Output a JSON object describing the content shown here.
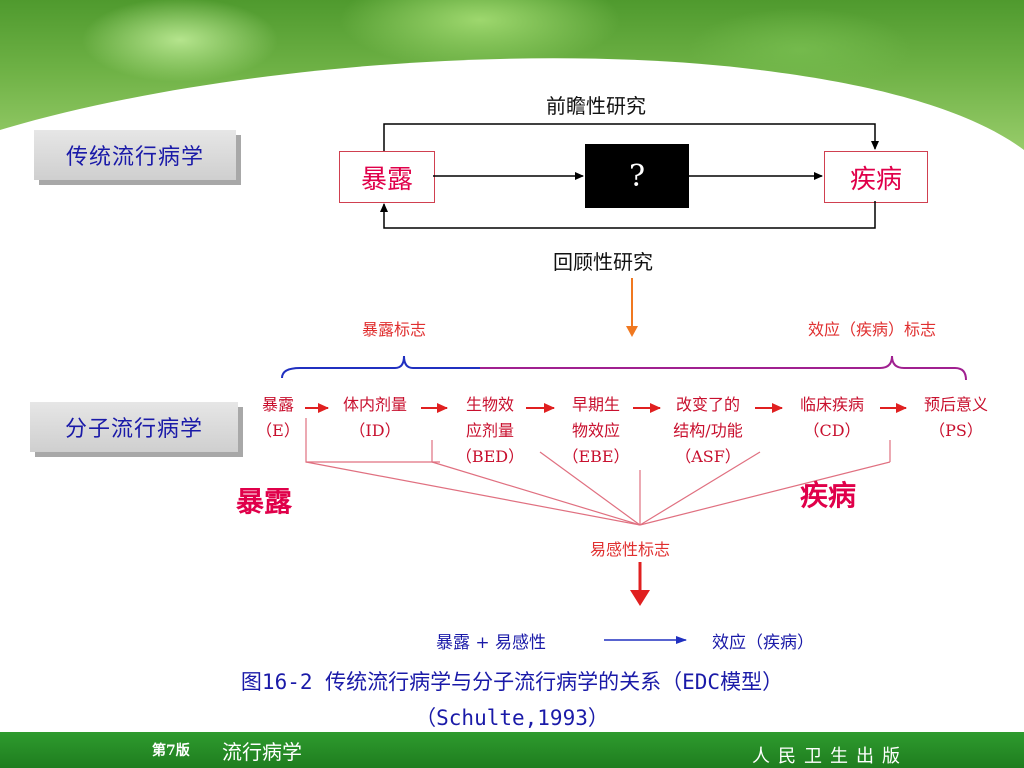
{
  "labels": {
    "traditional": "传统流行病学",
    "molecular": "分子流行病学"
  },
  "top_diagram": {
    "exposure": "暴露",
    "unknown": "?",
    "disease": "疾病",
    "prospective": "前瞻性研究",
    "retrospective": "回顾性研究"
  },
  "markers": {
    "exposure_marker": "暴露标志",
    "effect_marker": "效应（疾病）标志",
    "susceptibility_marker": "易感性标志"
  },
  "steps": [
    {
      "line1": "暴露",
      "line2": "（E）"
    },
    {
      "line1": "体内剂量",
      "line2": "（ID）"
    },
    {
      "line1": "生物效",
      "line2": "应剂量",
      "line3": "（BED）"
    },
    {
      "line1": "早期生",
      "line2": "物效应",
      "line3": "（EBE）"
    },
    {
      "line1": "改变了的",
      "line2": "结构/功能",
      "line3": "（ASF）"
    },
    {
      "line1": "临床疾病",
      "line2": "（CD）"
    },
    {
      "line1": "预后意义",
      "line2": "（PS）"
    }
  ],
  "big": {
    "exposure": "暴露",
    "disease": "疾病"
  },
  "formula": {
    "left": "暴露 + 易感性",
    "right": "效应（疾病）"
  },
  "caption": {
    "line1": "图16-2 传统流行病学与分子流行病学的关系（EDC模型）",
    "line2": "（Schulte,1993）"
  },
  "footer": {
    "edition": "第7版",
    "book": "流行病学",
    "publisher": "人民卫生出版"
  },
  "colors": {
    "label_text": "#1a1aa8",
    "node_text": "#e0004a",
    "arrow_red": "#e02020",
    "brace_blue": "#2030c0",
    "brace_purple": "#a02090",
    "footer_green": "#2e9b2e"
  }
}
